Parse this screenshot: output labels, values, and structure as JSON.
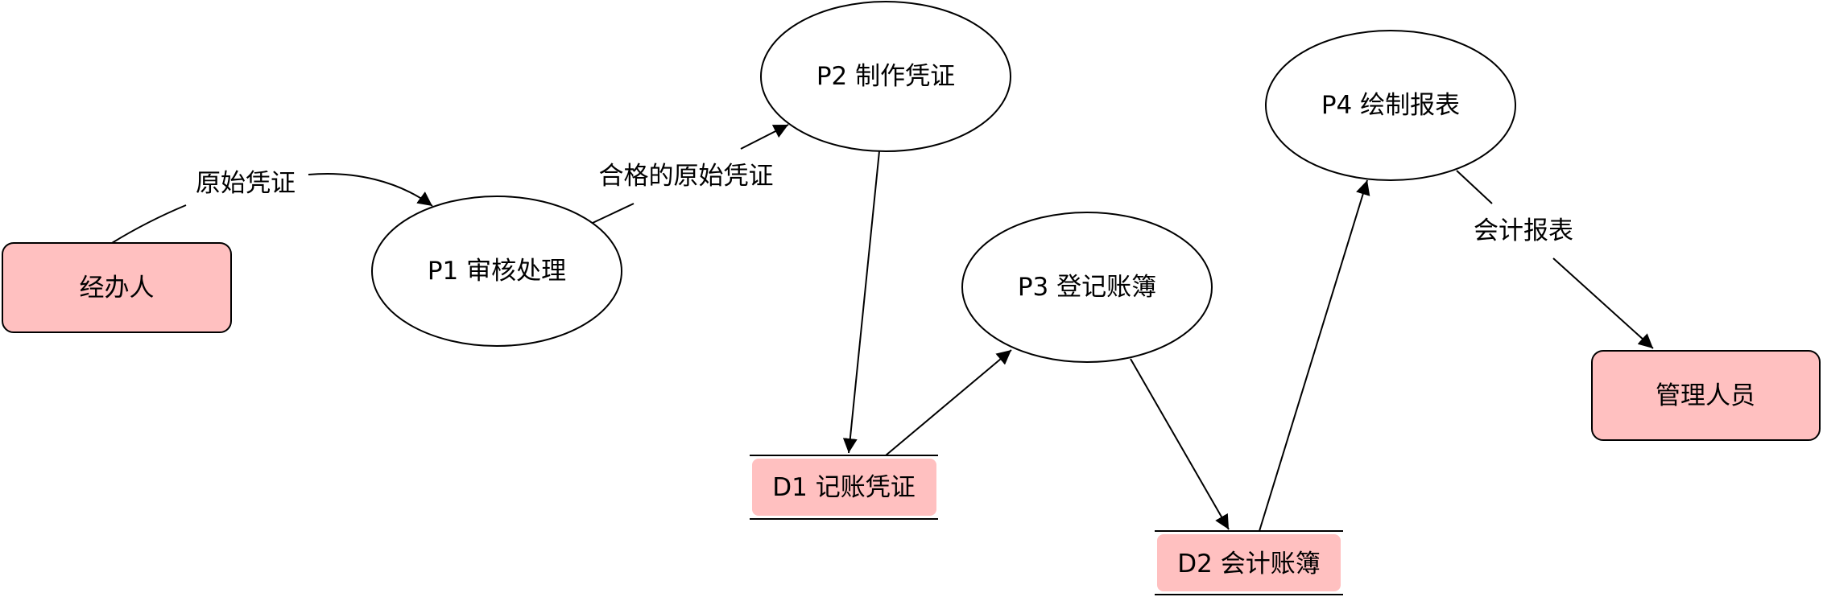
{
  "colors": {
    "background": "#ffffff",
    "entity_fill": "#ffc0c0",
    "process_fill": "#ffffff",
    "stroke": "#000000"
  },
  "external_entities": {
    "handler": {
      "label": "经办人"
    },
    "manager": {
      "label": "管理人员"
    }
  },
  "processes": {
    "p1": {
      "label": "P1 审核处理"
    },
    "p2": {
      "label": "P2 制作凭证"
    },
    "p3": {
      "label": "P3 登记账簿"
    },
    "p4": {
      "label": "P4 绘制报表"
    }
  },
  "data_stores": {
    "d1": {
      "label": "D1 记账凭证"
    },
    "d2": {
      "label": "D2 会计账簿"
    }
  },
  "flows": {
    "handler_to_p1": {
      "label": "原始凭证"
    },
    "p1_to_p2": {
      "label": "合格的原始凭证"
    },
    "p4_to_manager": {
      "label": "会计报表"
    }
  }
}
